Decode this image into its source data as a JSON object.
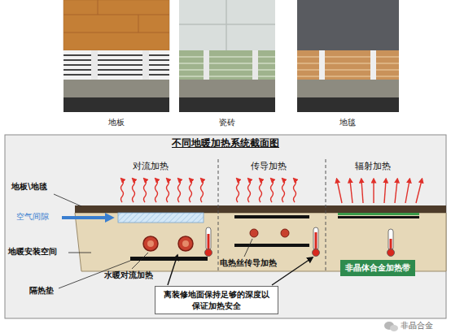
{
  "diagram": {
    "title": "不同地暖加热系统截面图",
    "nodes": [
      {
        "text": [
          "非晶体合金加热带"
        ]
      },
      {
        "text": [
          "离装修地面保持足够的深度以保证加热安全"
        ]
      }
    ],
    "labels": [
      "地板",
      "瓷砖",
      "地毯",
      "对流加热",
      "传导加热",
      "辐射加热",
      "地板\\地毯",
      "空气间隙",
      "地暖安装空间",
      "隔热垫",
      "水暖对流加热",
      "电热丝传导加热",
      "非晶合金"
    ]
  }
}
